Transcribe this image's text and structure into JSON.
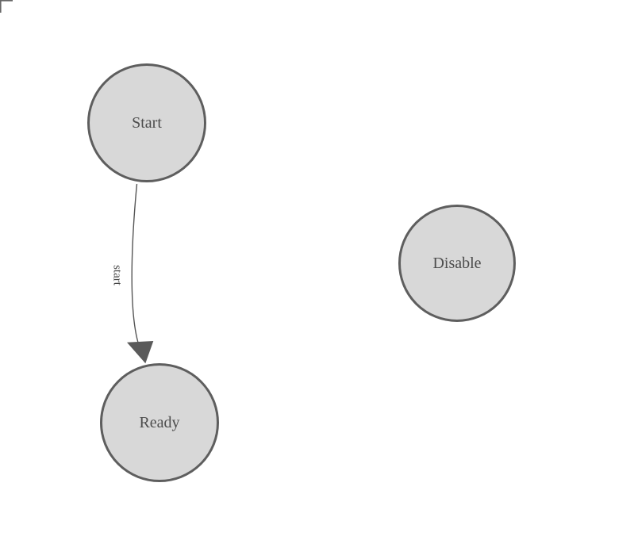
{
  "diagram": {
    "type": "state-machine",
    "background_color": "#ffffff",
    "node_fill_color": "#d8d8d8",
    "node_border_color": "#5e5e5e",
    "node_text_color": "#4d4d4d",
    "edge_color": "#565656",
    "nodes": [
      {
        "label": "Start"
      },
      {
        "label": "Ready"
      },
      {
        "label": "Disable"
      }
    ],
    "edges": [
      {
        "label": "start",
        "from": "Start",
        "to": "Ready"
      }
    ]
  }
}
